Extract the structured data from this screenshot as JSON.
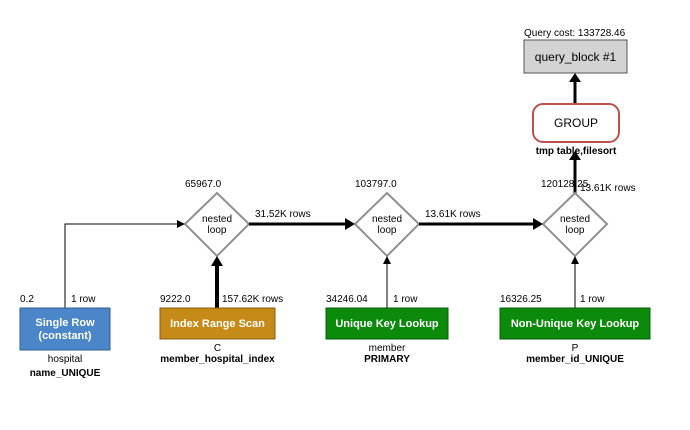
{
  "query_cost": "Query cost: 133728.46",
  "query_block": "query_block #1",
  "group": {
    "label": "GROUP",
    "sublabel": "tmp table,filesort"
  },
  "nested_loops": [
    {
      "label_line1": "nested",
      "label_line2": "loop",
      "cost": "65967.0"
    },
    {
      "label_line1": "nested",
      "label_line2": "loop",
      "cost": "103797.0"
    },
    {
      "label_line1": "nested",
      "label_line2": "loop",
      "cost": "120128.25"
    }
  ],
  "edges": {
    "nl1_to_nl2_rows": "31.52K rows",
    "nl2_to_nl3_rows": "13.61K rows",
    "nl3_to_group_rows": "13.61K rows"
  },
  "access_nodes": [
    {
      "line1": "Single Row",
      "line2": "(constant)",
      "cost": "0.2",
      "rows": "1 row",
      "table": "hospital",
      "key": "name_UNIQUE",
      "color": "#4a86c8"
    },
    {
      "line1": "Index Range Scan",
      "cost": "9222.0",
      "rows": "157.62K rows",
      "table": "C",
      "key": "member_hospital_index",
      "color": "#c58a17"
    },
    {
      "line1": "Unique Key Lookup",
      "cost": "34246.04",
      "rows": "1 row",
      "table": "member",
      "key": "PRIMARY",
      "color": "#0b8a0b"
    },
    {
      "line1": "Non-Unique Key Lookup",
      "cost": "16326.25",
      "rows": "1 row",
      "table": "P",
      "key": "member_id_UNIQUE",
      "color": "#0b8a0b"
    }
  ],
  "colors": {
    "query_block_fill": "#d3d3d3",
    "group_border": "#c0504d",
    "diamond_border": "#909090",
    "edge": "#000000"
  }
}
